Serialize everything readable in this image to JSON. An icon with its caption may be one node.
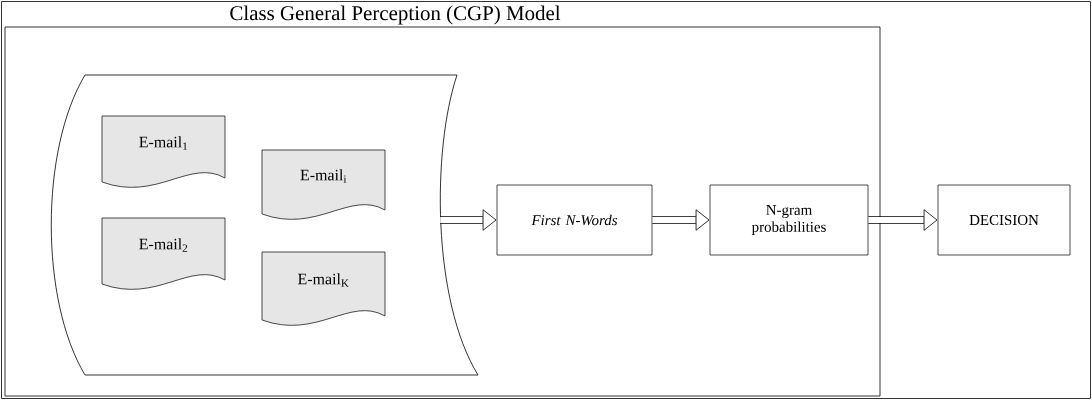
{
  "diagram": {
    "nodes": [
      {
        "text": [
          "Class General Perception (CGP) Model"
        ]
      },
      {
        "text": [],
        "shape": "box",
        "in": 0
      },
      {
        "text": [
          "E-mail$_{1}$"
        ],
        "in": 1
      },
      {
        "text": [
          "E-mail$_{i}$"
        ],
        "in": 1
      },
      {
        "text": [
          "E-mail$_{2}$"
        ],
        "in": 1
      },
      {
        "text": [
          "E-mail$_{K}$"
        ],
        "in": 1
      },
      {
        "text": [
          "First N-Words"
        ],
        "in": 0
      },
      {
        "text": [
          "N-gram probabilities"
        ],
        "in": 0
      },
      {
        "text": [
          "DECISION"
        ]
      }
    ],
    "edges": [
      {
        "from": 1,
        "to": 6,
        "arrow": "to"
      },
      {
        "from": 6,
        "to": 7,
        "arrow": "to"
      },
      {
        "from": 7,
        "to": 8,
        "arrow": "to"
      }
    ]
  }
}
